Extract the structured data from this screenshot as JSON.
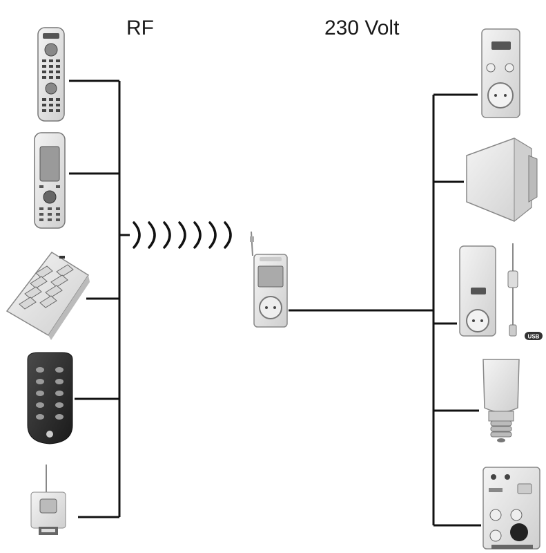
{
  "labels": {
    "rf": "RF",
    "volt": "230 Volt"
  },
  "left_devices": [
    {
      "name": "remote-control-tv"
    },
    {
      "name": "remote-control-display"
    },
    {
      "name": "wall-switch-panel"
    },
    {
      "name": "key-fob-remote"
    },
    {
      "name": "motion-sensor"
    }
  ],
  "center_device": {
    "name": "rf-receiver-plug"
  },
  "right_devices": [
    {
      "name": "plug-in-dimmer"
    },
    {
      "name": "wall-box-module"
    },
    {
      "name": "plug-module-with-cable"
    },
    {
      "name": "lamp-socket-adapter"
    },
    {
      "name": "din-rail-module"
    }
  ],
  "badge_text": "USB",
  "colors": {
    "line": "#111111",
    "device_body": "#e6e6e6",
    "device_dark": "#2a2a2a"
  }
}
